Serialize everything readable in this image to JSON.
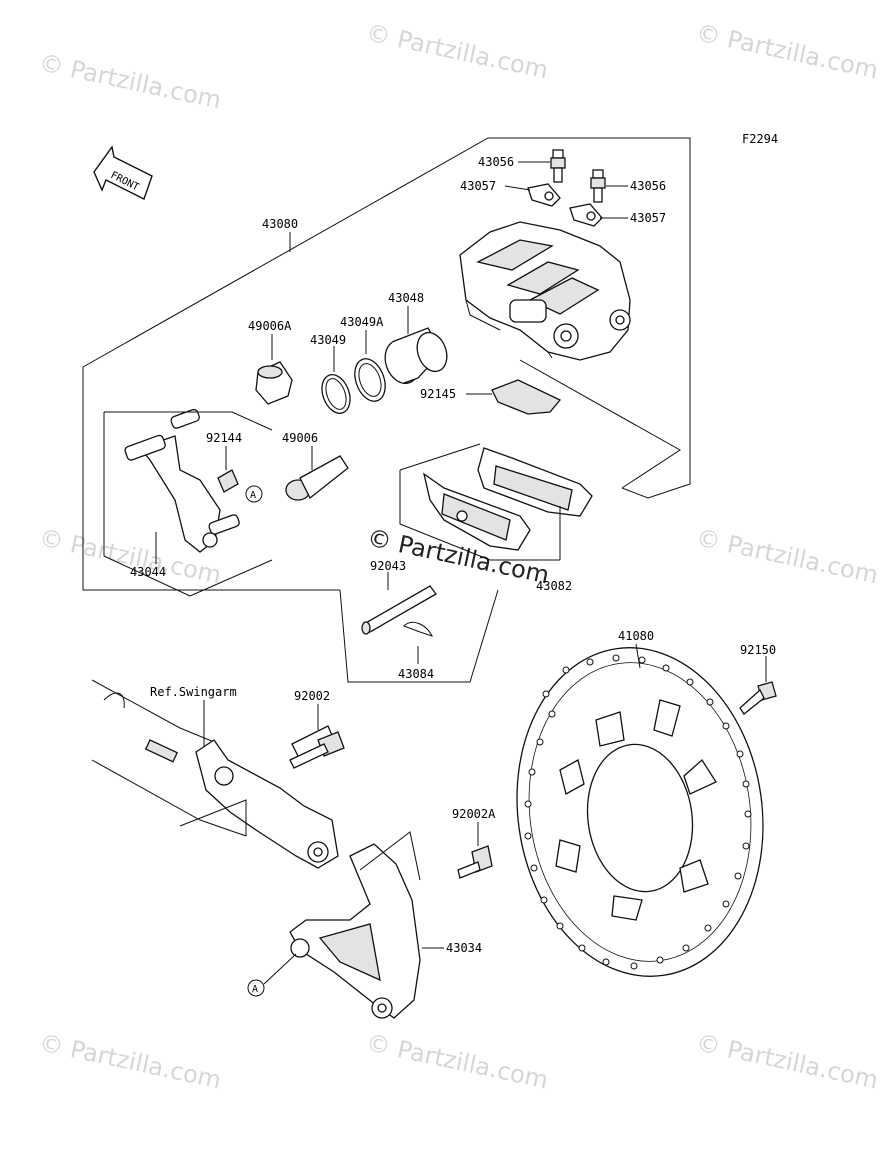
{
  "figure_code": "F2294",
  "front_arrow_label": "FRONT",
  "reference_label": "Ref.Swingarm",
  "callout_a": "A",
  "watermark": {
    "corner_text": "© Partzilla.com",
    "center_text": "© Partzilla.com"
  },
  "part_labels": {
    "p43080": "43080",
    "p43056_left": "43056",
    "p43056_right": "43056",
    "p43057_left": "43057",
    "p43057_right": "43057",
    "p43048": "43048",
    "p49006a": "49006A",
    "p43049a": "43049A",
    "p43049": "43049",
    "p92145": "92145",
    "p92144": "92144",
    "p49006": "49006",
    "p43044": "43044",
    "p92043": "92043",
    "p43082": "43082",
    "p43084": "43084",
    "p41080": "41080",
    "p92150": "92150",
    "p92002": "92002",
    "p92002a": "92002A",
    "p43034": "43034"
  },
  "colors": {
    "line": "#111111",
    "watermark": "#d6d6d6",
    "shading": "#e3e3e3"
  }
}
